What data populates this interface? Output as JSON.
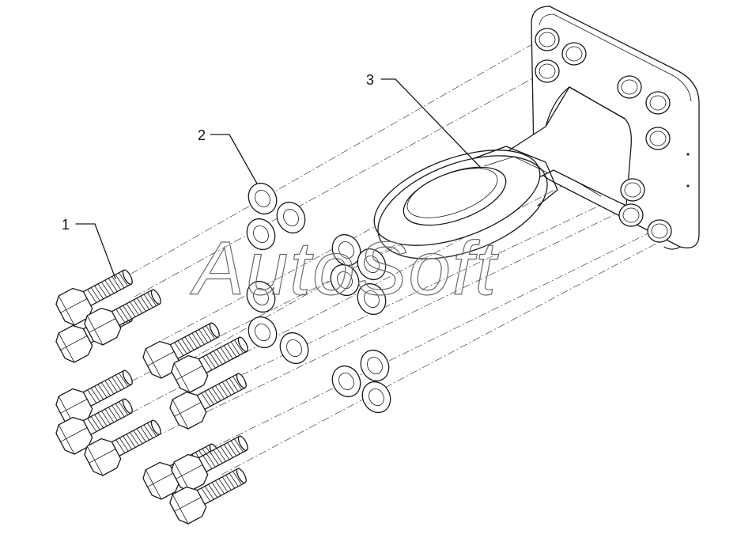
{
  "diagram": {
    "callouts": [
      {
        "id": "bolt",
        "label": "1"
      },
      {
        "id": "washer",
        "label": "2"
      },
      {
        "id": "towing-eye",
        "label": "3"
      }
    ],
    "watermark": "AutoSoft"
  }
}
